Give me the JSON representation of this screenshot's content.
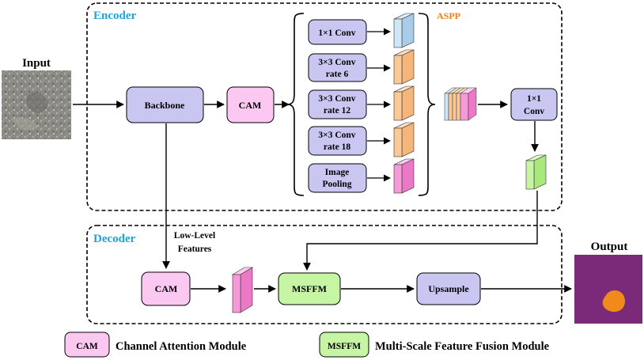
{
  "input": {
    "label": "Input"
  },
  "output": {
    "label": "Output"
  },
  "encoder": {
    "title": "Encoder",
    "backbone": "Backbone",
    "cam": "CAM",
    "aspp_label": "ASPP",
    "branches": [
      {
        "line1": "1×1 Conv",
        "line2": ""
      },
      {
        "line1": "3×3 Conv",
        "line2": "rate 6"
      },
      {
        "line1": "3×3 Conv",
        "line2": "rate 12"
      },
      {
        "line1": "3×3 Conv",
        "line2": "rate 18"
      },
      {
        "line1": "Image",
        "line2": "Pooling"
      }
    ],
    "conv1x1": {
      "line1": "1×1",
      "line2": "Conv"
    }
  },
  "decoder": {
    "title": "Decoder",
    "low_level": {
      "line1": "Low-Level",
      "line2": "Features"
    },
    "cam": "CAM",
    "msffm": "MSFFM",
    "upsample": "Upsample"
  },
  "legend": {
    "cam_abbr": "CAM",
    "cam_full": "Channel Attention Module",
    "msffm_abbr": "MSFFM",
    "msffm_full": "Multi-Scale Feature Fusion Module"
  },
  "colors": {
    "module_purple": "#c9c6f2",
    "module_pink": "#fbc8f2",
    "module_green": "#c6f5a4",
    "title_blue": "#1aa6dc",
    "aspp_orange": "#ec7f16",
    "output_bg": "#7a2a78",
    "output_blob": "#f08a1a"
  }
}
